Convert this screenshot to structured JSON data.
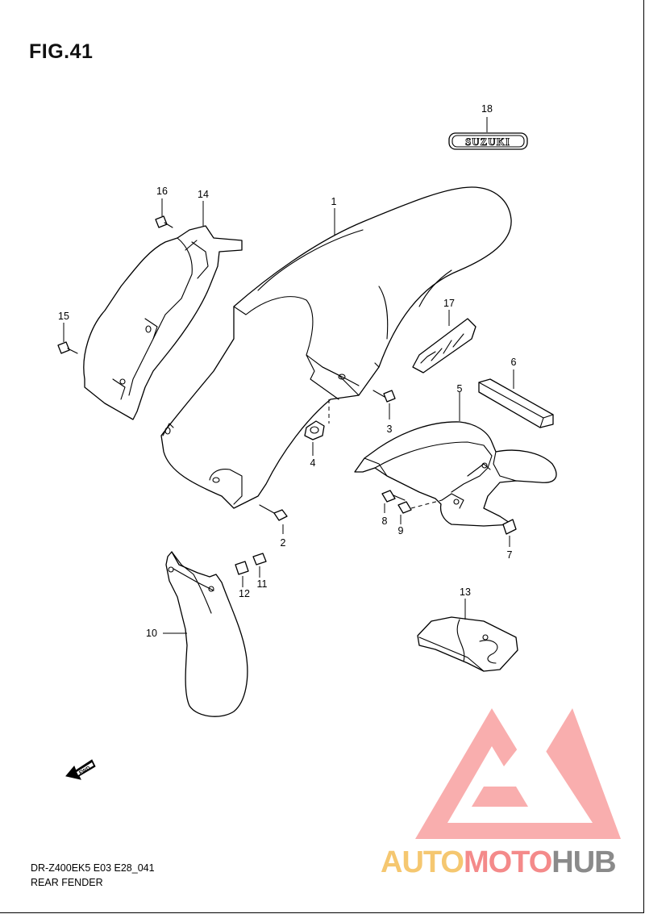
{
  "figure": {
    "title": "FIG.41",
    "model_code": "DR-Z400EK5 E03 E28_041",
    "section_name": "REAR FENDER"
  },
  "part_labels": [
    "1",
    "2",
    "3",
    "4",
    "5",
    "6",
    "7",
    "8",
    "9",
    "10",
    "11",
    "12",
    "13",
    "14",
    "15",
    "16",
    "17",
    "18"
  ],
  "badge_text": "SUZUKI",
  "direction_arrow_text": "FWD",
  "watermark": {
    "auto": "AUTO",
    "moto": "MOTO",
    "hub": "HUB",
    "colors": {
      "auto": "#f5c770",
      "moto": "#f48a8a",
      "hub": "#8a8a8a",
      "triangle": "#f48a8a"
    }
  }
}
